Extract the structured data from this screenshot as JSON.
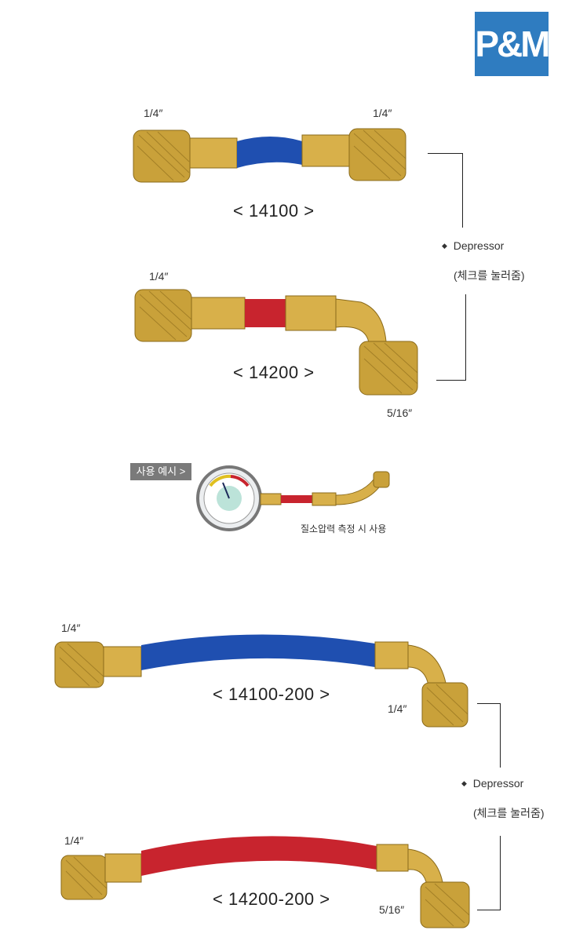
{
  "brand": {
    "logo_text": "P&M",
    "logo_color": "#2f7cc0"
  },
  "labels": {
    "size_quarter": "1/4″",
    "size_5_16": "5/16″"
  },
  "products": [
    {
      "model": "< 14100 >",
      "hose_color": "#1f4fb0"
    },
    {
      "model": "< 14200 >",
      "hose_color": "#c8242e"
    },
    {
      "model": "< 14100-200 >",
      "hose_color": "#1f4fb0"
    },
    {
      "model": "< 14200-200 >",
      "hose_color": "#c8242e"
    }
  ],
  "depressor": {
    "bullet": "◆",
    "label": "Depressor",
    "note": "(체크를 눌러줌)"
  },
  "usage_example": {
    "tag": "사용 예시 >",
    "caption": "질소압력 측정 시 사용"
  },
  "colors": {
    "brass": "#c9a13a",
    "brass_dark": "#8a6a1a",
    "blue_hose": "#1f4fb0",
    "red_hose": "#c8242e"
  }
}
